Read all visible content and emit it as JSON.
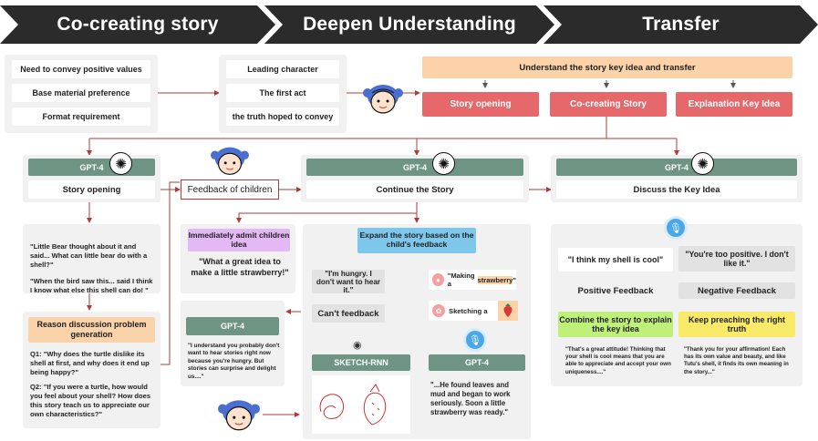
{
  "phases": [
    "Co-creating story",
    "Deepen Understanding",
    "Transfer"
  ],
  "requirements": [
    "Need to convey positive values",
    "Base material preference",
    "Format requirement"
  ],
  "story_elements": [
    "Leading character",
    "The first act",
    "the truth hoped to convey"
  ],
  "understand_header": "Understand the story key idea and transfer",
  "stages": [
    "Story opening",
    "Co-creating Story",
    "Explanation Key Idea"
  ],
  "gpt_label": "GPT-4",
  "col1": {
    "title": "Story opening",
    "quote1": "\"Little Bear thought about it and said... What can little bear do with a shell?\"",
    "quote2": "\"When the bird saw this... said I think I know what else this shell can do! \"",
    "reason_title": "Reason discussion problem generation",
    "q1": "Q1: \"Why does the turtle dislike its shell at first, and why does it end up being happy?\"",
    "q2": "Q2: \"If you were a turtle, how would you feel about your shell? How does this story teach us to appreciate our own characteristics?\""
  },
  "feedback_label": "Feedback of children",
  "col2": {
    "title": "Continue the Story",
    "admit_title": "Immediately admit children idea",
    "admit_quote": "\"What a great idea to make a little strawberry!\"",
    "expand_title": "Expand the story based on the child's feedback",
    "hungry": "\"I'm hungry. I don't want to hear it.\"",
    "cant_feedback": "Can't feedback",
    "making_prefix": "\"Making a ",
    "making_word": "strawberry",
    "making_suffix": "\"",
    "sketching": "Sketching a",
    "gpt_reply": "\"I understand you probably don't want to hear stories right now because you're hungry. But stories can surprise and delight us....\"",
    "sketch_rnn": "SKETCH-RNN",
    "gpt_story": "\"...He found leaves and mud and began to work seriously. Soon a little strawberry was ready.\""
  },
  "col3": {
    "title": "Discuss the Key Idea",
    "child1": "\"I think my shell is cool\"",
    "child2": "\"You're too positive. I don't like it.\"",
    "pos": "Positive Feedback",
    "neg": "Negative Feedback",
    "combine": "Combine the story to explain the key idea",
    "keep": "Keep preaching the right truth",
    "reply1": "\"That's a great attitude! Thinking that your shell is cool means that you are able to appreciate and accept your own uniqueness....\"",
    "reply2": "\"Thank you for your affirmation! Each has its own value and beauty, and like Tutu's shell, it finds its own meaning in the story...\""
  },
  "colors": {
    "phase_bg": "#2b2b2b",
    "gpt_green": "#6e9584",
    "stage_red": "#e6686b",
    "header_orange": "#fcd3a8",
    "admit_purple": "#e3b8f4",
    "expand_blue": "#7cc7ea",
    "reason_orange": "#fbd3aa",
    "combine_green": "#bff07a",
    "keep_yellow": "#f9ea6a",
    "mic_blue": "#4aa8e8"
  },
  "icons": [
    "openai-logo-icon",
    "microphone-icon",
    "eye-icon",
    "child-avatar-icon",
    "strawberry-icon"
  ]
}
